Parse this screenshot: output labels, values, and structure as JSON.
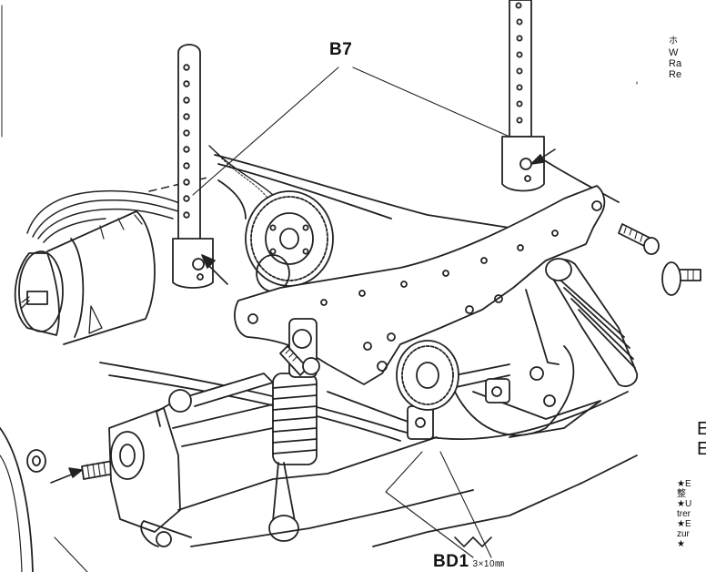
{
  "callouts": {
    "top_label": "B7",
    "bottom_label": "BD1",
    "bottom_size": "3×10㎜"
  },
  "side_text_top": [
    "ホ",
    "W",
    "Ra",
    "Re"
  ],
  "side_letters": [
    "E",
    "E"
  ],
  "side_text_bottom": [
    "★E",
    "整",
    "★U",
    "trer",
    "★E",
    "zur",
    "★"
  ]
}
